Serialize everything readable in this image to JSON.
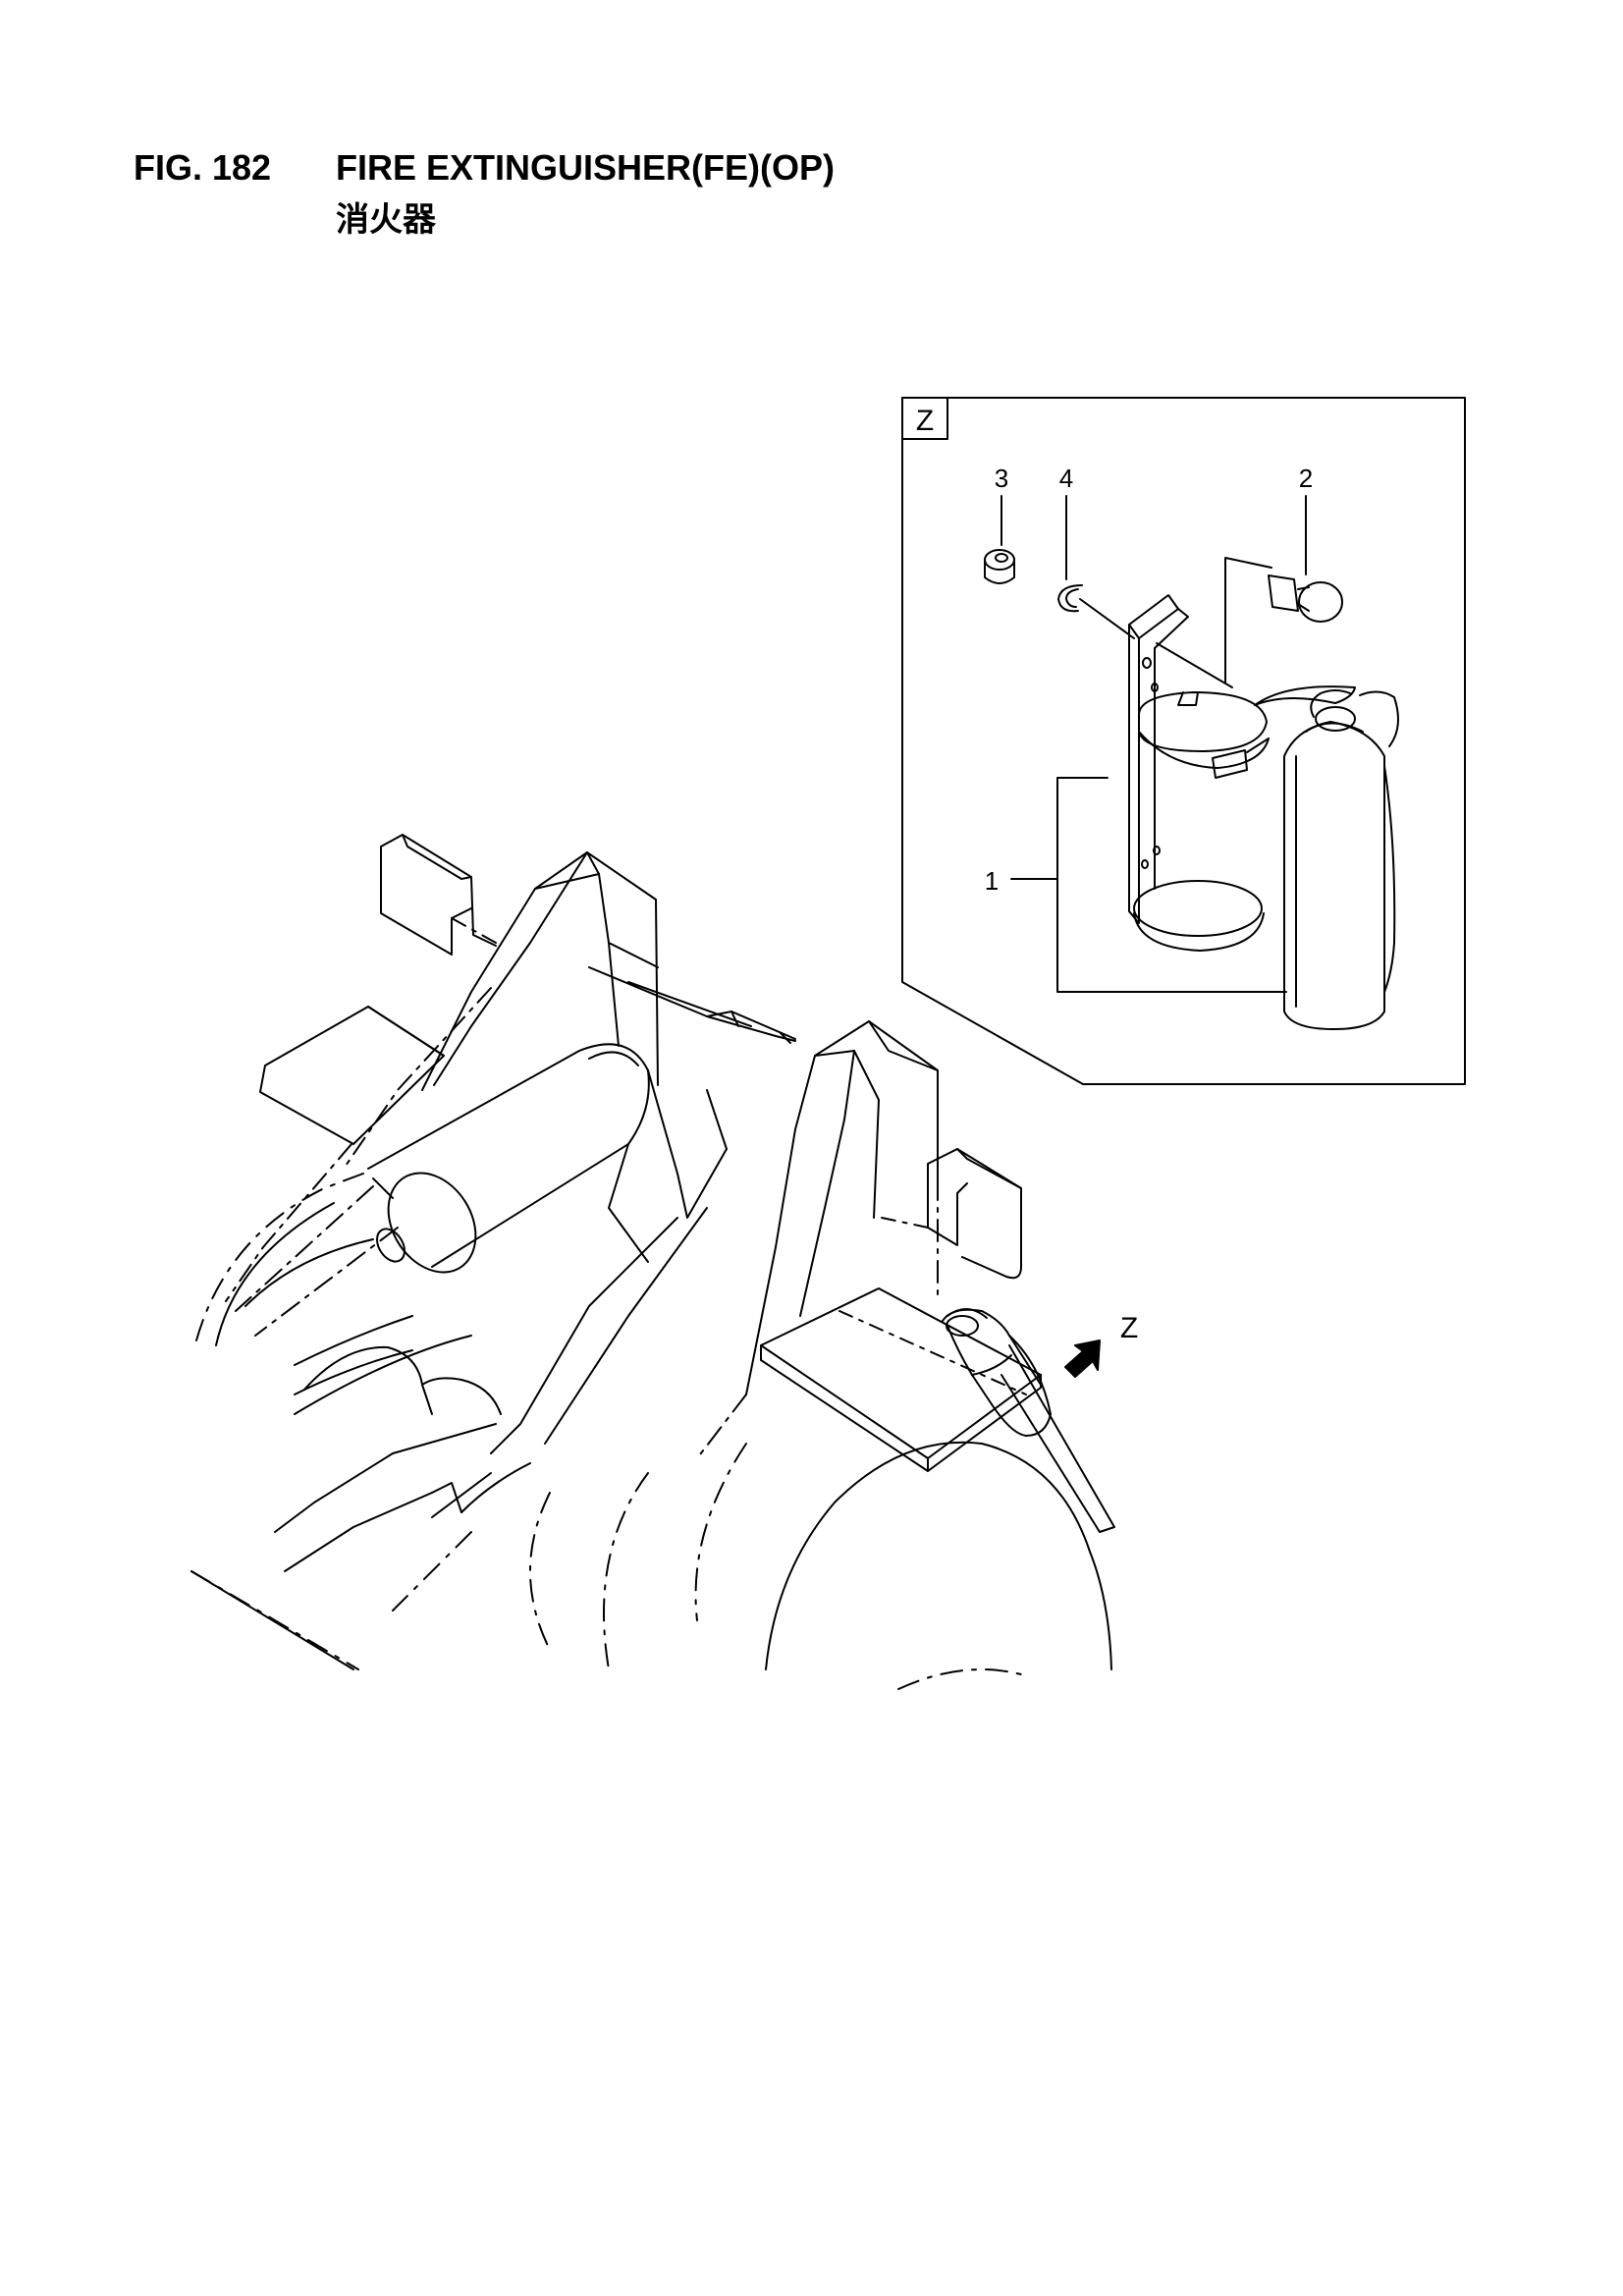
{
  "figure": {
    "number": "FIG. 182",
    "title": "FIRE EXTINGUISHER(FE)(OP)",
    "subtitle": "消火器"
  },
  "detail_view": {
    "label": "Z"
  },
  "view_arrow": {
    "label": "Z"
  },
  "callouts": [
    {
      "id": "1",
      "label": "1"
    },
    {
      "id": "2",
      "label": "2"
    },
    {
      "id": "3",
      "label": "3"
    },
    {
      "id": "4",
      "label": "4"
    }
  ]
}
